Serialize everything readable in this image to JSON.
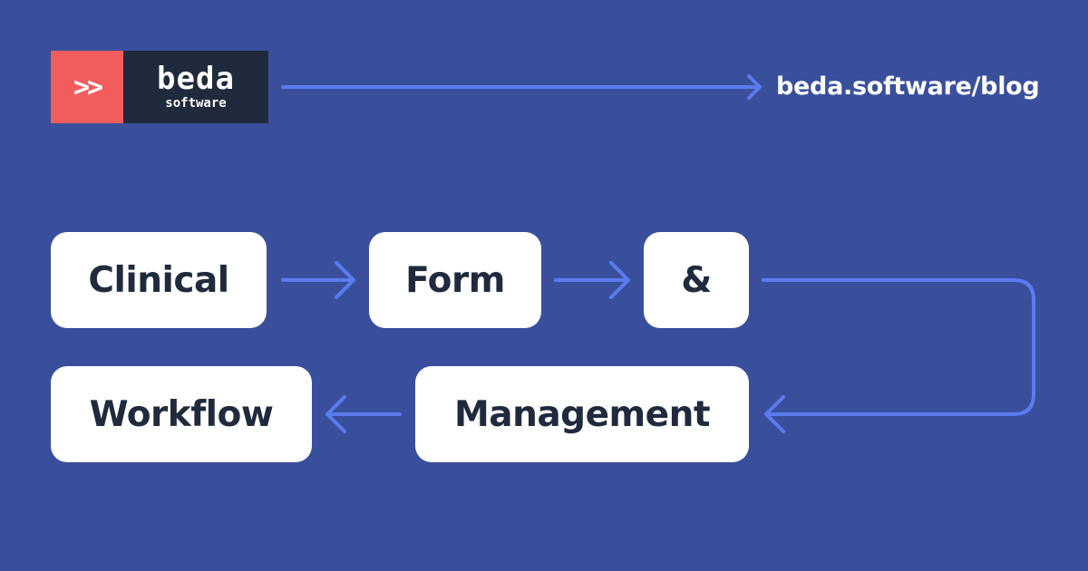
{
  "logo": {
    "mark": ">>",
    "name": "beda",
    "subtitle": "software"
  },
  "header": {
    "link_text": "beda.software/blog"
  },
  "flow": {
    "nodes": [
      "Clinical",
      "Form",
      "&",
      "Management",
      "Workflow"
    ]
  },
  "colors": {
    "background": "#3a4f9c",
    "arrow": "#5b7bf0",
    "node_fill": "#ffffff",
    "node_text": "#1f2a3d",
    "logo_accent": "#f25c5c",
    "logo_dark": "#1f2a3d"
  }
}
